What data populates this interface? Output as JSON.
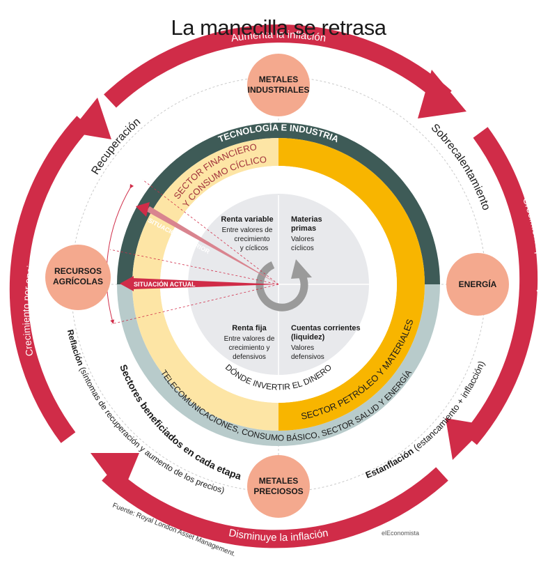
{
  "title": "La manecilla se retrasa",
  "outer_arrows": {
    "top": "Aumenta la inflación",
    "bottom": "Disminuye la inflación",
    "left": "Crecimiento por encima de la tendencia",
    "right": "Crecimiento por debajo de la tendencia"
  },
  "phases": {
    "recovery": "Recuperación",
    "overheating": "Sobrecalentamiento",
    "stagflation_bold": "Estanflación",
    "stagflation_note": "(estancamiento + inflacción)",
    "reflation_bold": "Reflación",
    "reflation_note": "(síntomas de recuperación y aumento de los precios)"
  },
  "sectors_label": "Sectores beneficiados en cada etapa",
  "commodities": {
    "top_line1": "METALES",
    "top_line2": "INDUSTRIALES",
    "right": "ENERGÍA",
    "bottom_line1": "METALES",
    "bottom_line2": "PRECIOSOS",
    "left_line1": "RECURSOS",
    "left_line2": "AGRÍCOLAS"
  },
  "rings": {
    "tech": "TECNOLOGÍA E INDUSTRIA",
    "financial_line1": "SECTOR FINANCIERO",
    "financial_line2": "Y CONSUMO CÍCLICO",
    "oil": "SECTOR PETRÓLEO Y MATERIALES",
    "telecom": "TELECOMUNICACIONES, CONSUMO BÁSICO, SECTOR SALUD Y ENERGÍA"
  },
  "center": {
    "title": "DÓNDE INVERTIR EL DINERO",
    "q1_title": "Renta variable",
    "q1_l1": "Entre valores de",
    "q1_l2": "crecimiento",
    "q1_l3": "y cíclicos",
    "q2_title1": "Materias",
    "q2_title2": "primas",
    "q2_l1": "Valores",
    "q2_l2": "cíclicos",
    "q3_title": "Renta fija",
    "q3_l1": "Entre valores de",
    "q3_l2": "crecimiento y",
    "q3_l3": "defensivos",
    "q4_title1": "Cuentas corrientes",
    "q4_title2": "(liquidez)",
    "q4_l1": "Valores",
    "q4_l2": "defensivos"
  },
  "hands": {
    "previous": "SITUACIÓN ANTERIOR",
    "current": "SITUACIÓN ACTUAL"
  },
  "source": "Fuente: Royal London Asset Management.",
  "brand": "elEconomista",
  "colors": {
    "red": "#d02c48",
    "dark_teal": "#3e5b57",
    "light_teal": "#b8cbcb",
    "yellow": "#f8b500",
    "light_yellow": "#fde5a5",
    "salmon": "#f4a98e",
    "center_gray": "#e8e9ec",
    "cycle_gray": "#9a9a9a"
  }
}
